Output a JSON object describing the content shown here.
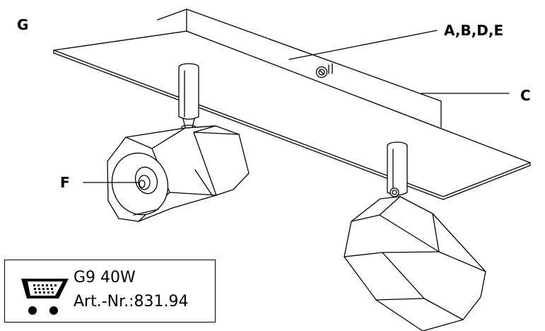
{
  "labels": {
    "figure": "G",
    "multi": "A,B,D,E",
    "c": "C",
    "f": "F"
  },
  "info_box": {
    "line1": "G9 40W",
    "line2": "Art.-Nr.:831.94"
  },
  "icons": {
    "cart": "shopping-cart-icon"
  }
}
